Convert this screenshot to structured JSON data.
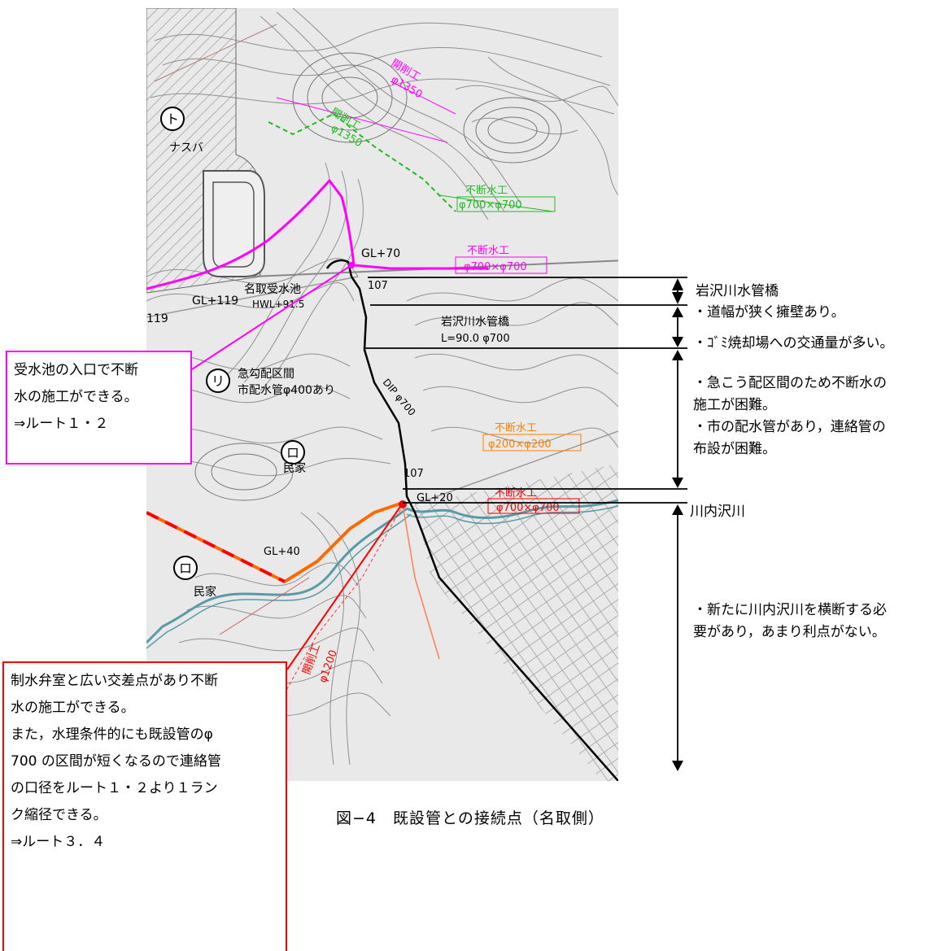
{
  "map": {
    "labels": {
      "to": "ト",
      "nasuba": "ナスバ",
      "ri": "リ",
      "ro1": "ロ",
      "ro2": "ロ",
      "minka1": "民家",
      "minka2": "民家",
      "gl70": "GL+70",
      "gl119": "GL+119",
      "n119": "119",
      "natori_tank": "名取受水池",
      "hwl": "HWL+91.5",
      "r107a": "107",
      "r107b": "107",
      "bridge_name": "岩沢川水管橋",
      "bridge_spec": "L=90.0 φ700",
      "steep1": "急勾配区間",
      "steep2": "市配水管φ400あり",
      "dip": "DIP φ700",
      "gl20": "GL+20",
      "gl40": "GL+40",
      "green1": "不断水工",
      "green1_spec": "φ700×φ700",
      "magenta1": "不断水工",
      "magenta1_spec": "φ700×φ700",
      "orange1": "不断水工",
      "orange1_spec": "φ200×φ200",
      "red1": "不断水工",
      "red1_spec": "φ700×φ700",
      "pink_top1": "開削工",
      "pink_top1_spec": "φ1350",
      "green_top": "開削工",
      "green_top_spec": "φ1350",
      "red_bottom": "開削工",
      "red_bottom_spec": "φ1200"
    }
  },
  "annotations": {
    "iwasawa_bridge": "岩沢川水管橋",
    "road_narrow": "・道幅が狭く擁壁あり。",
    "garbage_traffic": "・ｺﾞﾐ焼却場への交通量が多い。",
    "steep_section": "・急こう配区間のため不断水の\n施工が困難。\n・市の配水管があり，連絡管の\n布設が困難。",
    "kawauchi_river": "川内沢川",
    "new_crossing": "・新たに川内沢川を横断する必\n要があり，あまり利点がない。"
  },
  "callouts": {
    "pink": [
      "受水池の入口で不断",
      "水の施工ができる。",
      "⇒ルート１・２"
    ],
    "red": [
      "制水弁室と広い交差点があり不断",
      "水の施工ができる。",
      "また，水理条件的にも既設管のφ",
      "700 の区間が短くなるので連絡管",
      "の口径をルート１・２より１ラン",
      "ク縮径できる。",
      "⇒ルート３．４"
    ]
  },
  "caption": "図−4　既設管との接続点（名取側）",
  "colors": {
    "magenta": "#ff00ff",
    "red": "#ff0000",
    "orange": "#ff8000",
    "green": "#22bb22",
    "black": "#000000",
    "map_line": "#9a9a9a",
    "river": "#5a9aa8"
  }
}
